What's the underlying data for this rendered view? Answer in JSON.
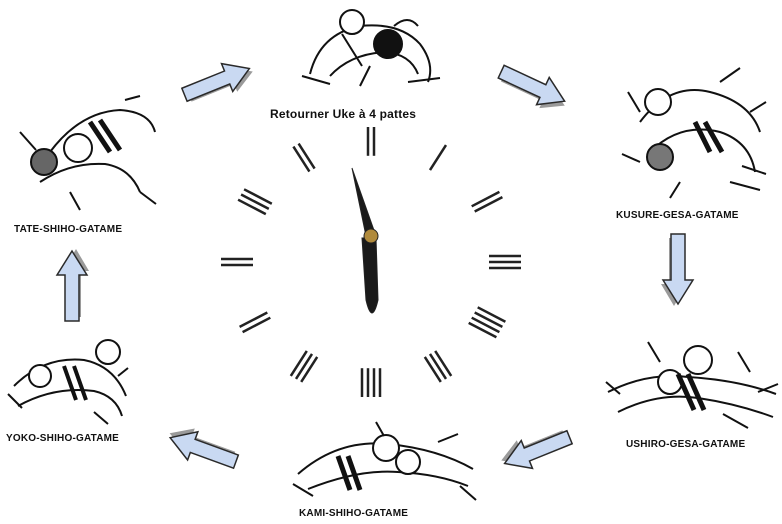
{
  "diagram": {
    "type": "cycle",
    "center": "clock-face",
    "steps": [
      {
        "id": "top",
        "label": "Retourner Uke à 4 pattes"
      },
      {
        "id": "right-top",
        "label": "KUSURE-GESA-GATAME"
      },
      {
        "id": "right-bottom",
        "label": "USHIRO-GESA-GATAME"
      },
      {
        "id": "bottom",
        "label": "KAMI-SHIHO-GATAME"
      },
      {
        "id": "left-bottom",
        "label": "YOKO-SHIHO-GATAME"
      },
      {
        "id": "left-top",
        "label": "TATE-SHIHO-GATAME"
      }
    ],
    "arrow_fill": "#c9d9f2",
    "arrow_stroke": "#2a2a2a",
    "arrow_shadow": "#9a9a9a",
    "ink": "#111111"
  }
}
